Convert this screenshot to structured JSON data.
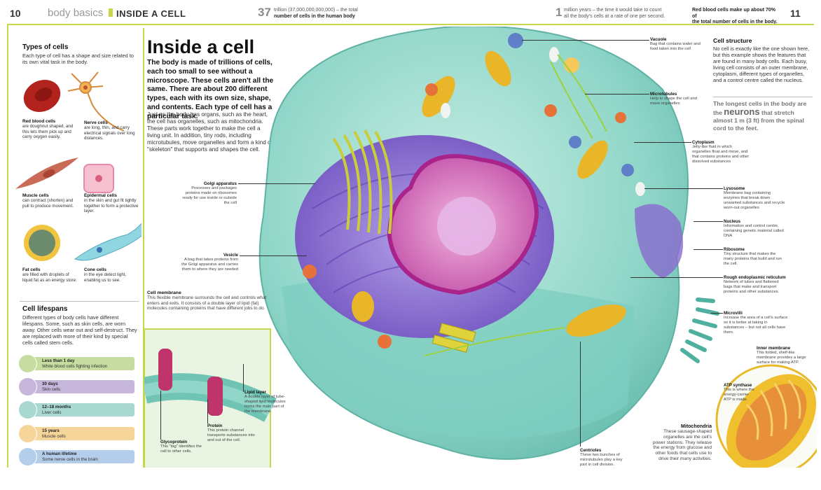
{
  "header": {
    "page_left": "10",
    "section": "body basics",
    "chapter": "INSIDE A CELL",
    "fact1_num": "37",
    "fact1_line1": "trillion (37,000,000,000,000) – the total",
    "fact1_line2": "number of cells in the human body",
    "fact2_num": "1",
    "fact2_line1": "million years – the time it would take to count",
    "fact2_line2": "all the body's cells at a rate of one per second.",
    "fact3_line1": "Red blood cells make up about 70% of",
    "fact3_line2": "the total number of cells in the body.",
    "page_right": "11"
  },
  "types": {
    "heading": "Types of cells",
    "intro": "Each type of cell has a shape and size related to its own vital task in the body.",
    "cells": [
      {
        "title": "Red blood cells",
        "desc": "are doughnut shaped, and this lets them pick up and carry oxygen easily."
      },
      {
        "title": "Nerve cells",
        "desc": "are long, thin, and carry electrical signals over long distances."
      },
      {
        "title": "Muscle cells",
        "desc": "can contract (shorten) and pull to produce movement."
      },
      {
        "title": "Epidermal cells",
        "desc": "in the skin and gut fit tightly together to form a protective layer."
      },
      {
        "title": "Fat cells",
        "desc": "are filled with droplets of liquid fat as an energy store."
      },
      {
        "title": "Cone cells",
        "desc": "in the eye detect light, enabling us to see."
      }
    ]
  },
  "lifespans": {
    "heading": "Cell lifespans",
    "intro": "Different types of body cells have different lifespans. Some, such as skin cells, are worn away. Other cells wear out and self-destruct. They are replaced with more of their kind by special cells called stem cells.",
    "rows": [
      {
        "title": "Less than 1 day",
        "desc": "White blood cells fighting infection",
        "color": "#c6dca0"
      },
      {
        "title": "30 days",
        "desc": "Skin cells",
        "color": "#c7b6dc"
      },
      {
        "title": "12–18 months",
        "desc": "Liver cells",
        "color": "#a9d8d0"
      },
      {
        "title": "15 years",
        "desc": "Muscle cells",
        "color": "#f6d59a"
      },
      {
        "title": "A human lifetime",
        "desc": "Some nerve cells in the brain",
        "color": "#b4cdea"
      }
    ]
  },
  "main": {
    "title": "Inside a cell",
    "lead": "The body is made of trillions of cells, each too small to see without a microscope. These cells aren't all the same. There are about 200 different types, each with its own size, shape, and contents. Each type of cell has a particular task.",
    "body": "Just as the body has organs, such as the heart, the cell has organelles, such as mitochondria. These parts work together to make the cell a living unit. In addition, tiny rods, including microtubules, move organelles and form a kind of \"skeleton\" that supports and shapes the cell."
  },
  "labels": {
    "golgi": {
      "title": "Golgi apparatus",
      "desc": "Processes and packages proteins made on ribosomes ready for use inside or outside the cell"
    },
    "vesicle": {
      "title": "Vesicle",
      "desc": "A bag that takes proteins from the Golgi apparatus and carries them to where they are needed"
    },
    "membrane": {
      "title": "Cell membrane",
      "desc": "This flexible membrane surrounds the cell and controls what enters and exits. It consists of a double layer of lipid (fat) molecules containing proteins that have different jobs to do."
    },
    "lipid": {
      "title": "Lipid layer",
      "desc": "A double layer of tube-shaped lipid molecules forms the main part of the membrane."
    },
    "glyco": {
      "title": "Glycoprotein",
      "desc": "This \"tag\" identifies the cell to other cells."
    },
    "protein": {
      "title": "Protein",
      "desc": "This protein channel transports substances into and out of the cell."
    },
    "centrioles": {
      "title": "Centrioles",
      "desc": "These two bunches of microtubules play a key part in cell division."
    },
    "vacuole": {
      "title": "Vacuole",
      "desc": "Bag that contains water and food taken into the cell"
    },
    "microtubules": {
      "title": "Microtubules",
      "desc": "Help to shape the cell and move organelles"
    },
    "cytoplasm": {
      "title": "Cytoplasm",
      "desc": "Jelly-like fluid in which organelles float and move, and that contains proteins and other dissolved substances"
    },
    "lysosome": {
      "title": "Lysosome",
      "desc": "Membrane bag containing enzymes that break down unwanted substances and recycle worn-out organelles"
    },
    "nucleus": {
      "title": "Nucleus",
      "desc": "Information and control centre, containing genetic material called DNA"
    },
    "ribosome": {
      "title": "Ribosome",
      "desc": "Tiny structure that makes the many proteins that build and run the cell."
    },
    "rough_er": {
      "title": "Rough endoplasmic reticulum",
      "desc": "Network of tubes and flattened bags that make and transport proteins and other substances."
    },
    "microvilli": {
      "title": "Microvilli",
      "desc": "Increase the area of a cell's surface so it is better at taking in substances – but not all cells have them."
    },
    "inner_membrane": {
      "title": "Inner membrane",
      "desc": "This folded, shelf-like membrane provides a large surface for making ATP."
    },
    "atp": {
      "title": "ATP synthase",
      "desc": "This is where the energy-carrier ATP is made."
    },
    "mitochondria": {
      "title": "Mitochondria",
      "desc": "These sausage-shaped organelles are the cell's power stations. They release the energy from glucose and other foods that cells use to drive their many activities."
    }
  },
  "structure": {
    "heading": "Cell structure",
    "text": "No cell is exactly like the one shown here, but this example shows the features that are found in many body cells. Each busy, living cell consists of an outer membrane, cytoplasm, different types of organelles, and a control centre called the nucleus.",
    "neuron_pre": "The longest cells in the body are the",
    "neuron_big": "neurons",
    "neuron_post": "that stretch almost 1 m (3 ft) from the spinal cord to the feet."
  }
}
